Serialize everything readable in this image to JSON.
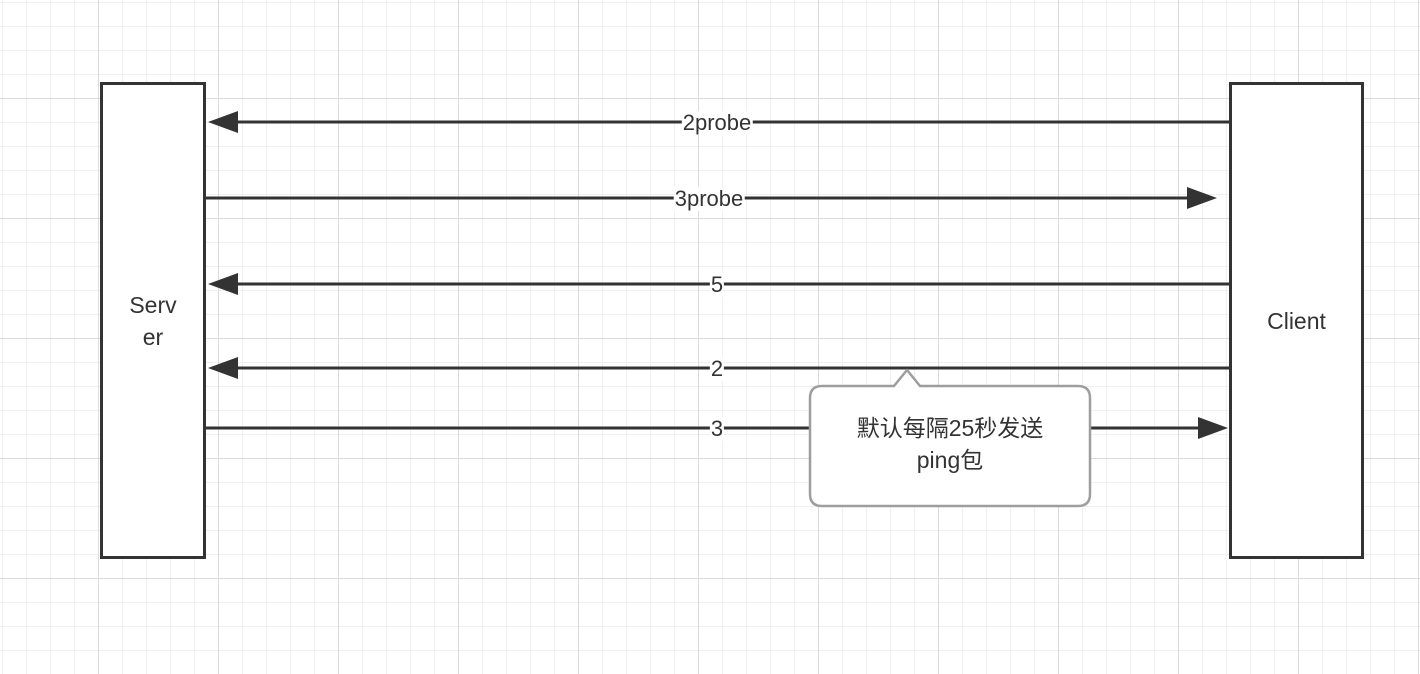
{
  "server": {
    "label": "Server"
  },
  "client": {
    "label": "Client"
  },
  "messages": [
    {
      "label": "2probe",
      "from": "client",
      "to": "server"
    },
    {
      "label": "3probe",
      "from": "server",
      "to": "client"
    },
    {
      "label": "5",
      "from": "client",
      "to": "server"
    },
    {
      "label": "2",
      "from": "client",
      "to": "server"
    },
    {
      "label": "3",
      "from": "server",
      "to": "client"
    }
  ],
  "callout": {
    "text": "默认每隔25秒发送\nping包"
  },
  "colors": {
    "stroke": "#333333",
    "callout_border": "#9e9e9e",
    "grid": "#dcdcdc"
  }
}
